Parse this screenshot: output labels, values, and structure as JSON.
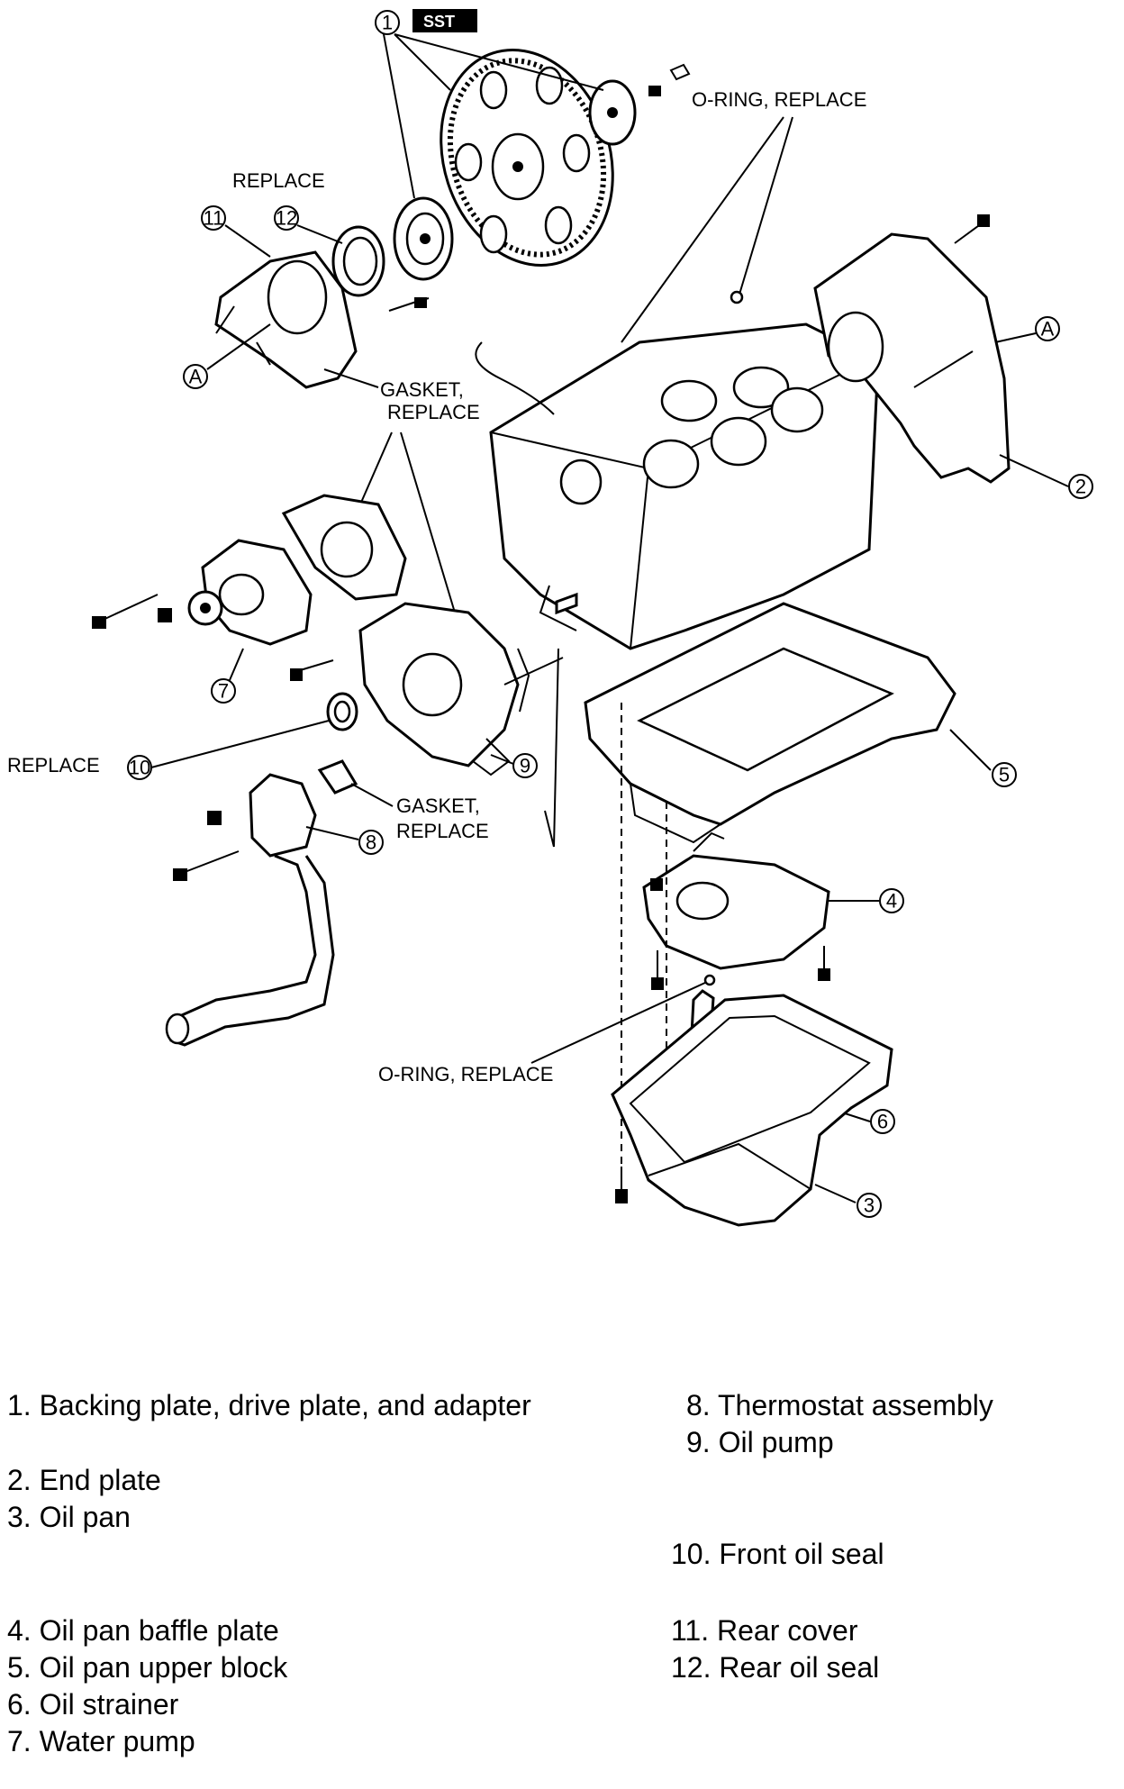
{
  "diagram": {
    "callouts": {
      "c1": "1",
      "sst": "SST",
      "c2": "2",
      "c3": "3",
      "c4": "4",
      "c5": "5",
      "c6": "6",
      "c7": "7",
      "c8": "8",
      "c9": "9",
      "c10": "10",
      "c11": "11",
      "c12": "12",
      "a1": "A",
      "a2": "A"
    },
    "labels": {
      "o_ring_top": "O-RING, REPLACE",
      "replace_12": "REPLACE",
      "gasket1_line1": "GASKET,",
      "gasket1_line2": "REPLACE",
      "replace_10": "REPLACE",
      "gasket2_line1": "GASKET,",
      "gasket2_line2": "REPLACE",
      "o_ring_bottom": "O-RING, REPLACE"
    }
  },
  "legend": [
    {
      "num": "1.",
      "text": "Backing plate, drive plate, and adapter"
    },
    {
      "num": "2.",
      "text": "End plate"
    },
    {
      "num": "3.",
      "text": "Oil pan"
    },
    {
      "num": "4.",
      "text": "Oil pan baffle plate"
    },
    {
      "num": "5.",
      "text": "Oil pan upper block"
    },
    {
      "num": "6.",
      "text": "Oil strainer"
    },
    {
      "num": "7.",
      "text": "Water pump"
    },
    {
      "num": "8.",
      "text": "Thermostat assembly"
    },
    {
      "num": "9.",
      "text": "Oil pump"
    },
    {
      "num": "10.",
      "text": "Front oil seal"
    },
    {
      "num": "11.",
      "text": "Rear cover"
    },
    {
      "num": "12.",
      "text": "Rear oil seal"
    }
  ]
}
